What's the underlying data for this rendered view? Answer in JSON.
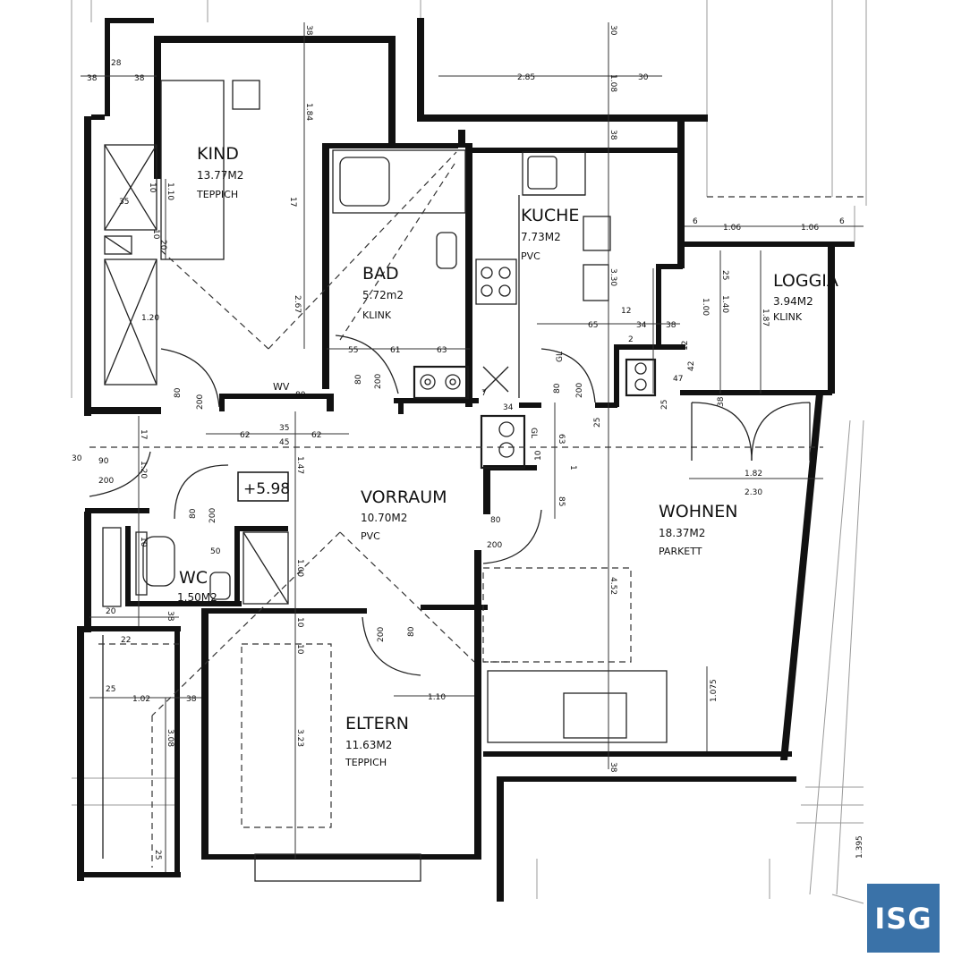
{
  "rooms": {
    "kind": {
      "name": "KIND",
      "area": "13.77M2",
      "floor": "TEPPICH"
    },
    "bad": {
      "name": "BAD",
      "area": "5.72m2",
      "floor": "KLINK"
    },
    "kuche": {
      "name": "KUCHE",
      "area": "7.73M2",
      "floor": "PVC"
    },
    "loggia": {
      "name": "LOGGIA",
      "area": "3.94M2",
      "floor": "KLINK"
    },
    "vorraum": {
      "name": "VORRAUM",
      "area": "10.70M2",
      "floor": "PVC"
    },
    "wohnen": {
      "name": "WOHNEN",
      "area": "18.37M2",
      "floor": "PARKETT"
    },
    "wc": {
      "name": "WC",
      "area": "1.50M2",
      "floor": ""
    },
    "eltern": {
      "name": "ELTERN",
      "area": "11.63M2",
      "floor": "TEPPICH"
    }
  },
  "level_marker": "+5.98",
  "wall_label": "WV",
  "dimensions": {
    "top_38_a": "38",
    "top_28": "28",
    "top_38_b": "38",
    "kind_184": "1.84",
    "kind_38": "38",
    "kind_267": "2.67",
    "kind_17": "17",
    "kind_110": "1.10",
    "kind_10": "10",
    "kind_35": "35",
    "kind_20": "20",
    "kind_10b": "10",
    "kind_120": "1.20",
    "loggia_top_30": "30",
    "dim_285": "2.85",
    "dim_108": "1.08",
    "dim_30b": "30",
    "kuche_38": "38",
    "kuche_330": "3.30",
    "dim_6a": "6",
    "dim_106a": "1.06",
    "dim_106b": "1.06",
    "dim_6b": "6",
    "loggia_25": "25",
    "loggia_140": "1.40",
    "loggia_100": "1.00",
    "loggia_187": "1.87",
    "bad_55": "55",
    "bad_61": "61",
    "bad_63": "63",
    "door_80_a": "80",
    "door_200_a": "200",
    "door_80_b": "80",
    "door_200_b": "200",
    "door_80_c": "80",
    "door_200_c": "200",
    "k_12": "12",
    "k_65": "65",
    "k_34": "34",
    "k_38": "38",
    "k_2": "2",
    "k_12b": "12",
    "k_42": "42",
    "k_47": "47",
    "k_25": "25",
    "k_38b": "38",
    "k_34b": "34",
    "k_63": "63",
    "k_10": "10",
    "k_1": "1",
    "k_85": "85",
    "gl_a": "GL",
    "gl_b": "GL",
    "k_7": "7",
    "k_25c": "25",
    "h_62a": "62",
    "h_35": "35",
    "h_45": "45",
    "h_62b": "62",
    "v_17": "17",
    "v_120": "1.20",
    "v_147": "1.47",
    "v_100": "1.00",
    "d_30": "30",
    "d_90": "90",
    "d_200": "200",
    "wc_80": "80",
    "wc_200": "200",
    "wc_50": "50",
    "wc_10": "10",
    "wc_10b": "10",
    "dd_80": "80",
    "dd_200": "200",
    "w_182": "1.82",
    "w_230": "2.30",
    "low_20": "20",
    "low_38": "38",
    "low_22": "22",
    "low_10": "10",
    "low_25": "25",
    "low_102": "1.02",
    "low_38b": "38",
    "low_308": "3.08",
    "low_323": "3.23",
    "low_25b": "25",
    "e_200": "200",
    "e_80": "80",
    "e_110": "1.10",
    "w_452": "4.52",
    "w_1075": "1.075",
    "w_38": "38",
    "r_1395": "1.395"
  },
  "logo": {
    "text": "ISG",
    "color": "#3a72a8"
  }
}
